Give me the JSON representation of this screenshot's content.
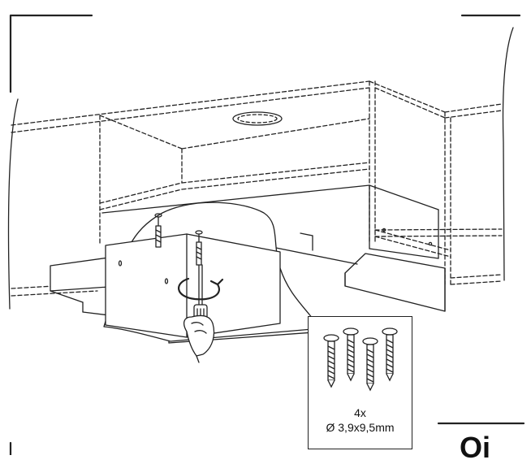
{
  "figure": {
    "screw_quantity": "4x",
    "screw_spec": "Ø 3,9x9,5mm",
    "corner_text_fragment": "Oi"
  },
  "colors": {
    "line": "#222222",
    "background": "#ffffff"
  },
  "icons": [
    "screwdriver-icon",
    "rotate-arrow-icon",
    "screw-icon",
    "hand-icon"
  ]
}
